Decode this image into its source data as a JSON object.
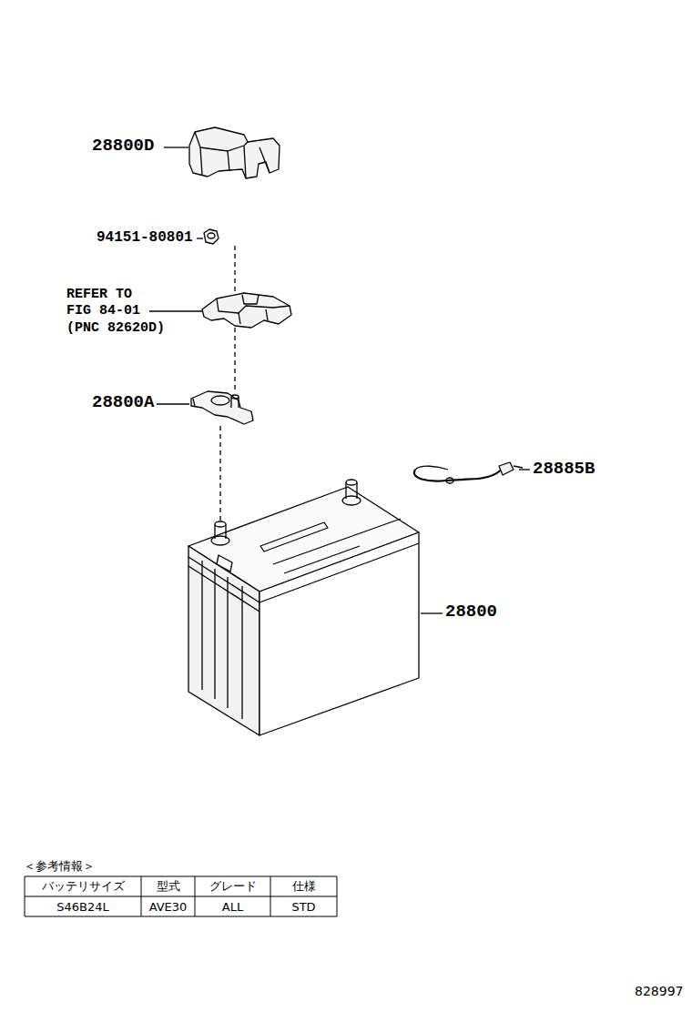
{
  "diagram": {
    "labels": [
      "28800D",
      "94151-80801",
      "REFER TO",
      "FIG 84-01",
      "(PNC 82620D)",
      "28800A",
      "28885B",
      "28800",
      "＜参考情報＞",
      "バッテリサイズ",
      "型式",
      "グレード",
      "仕様",
      "S46B24L",
      "AVE30",
      "ALL",
      "STD",
      "828997"
    ]
  }
}
